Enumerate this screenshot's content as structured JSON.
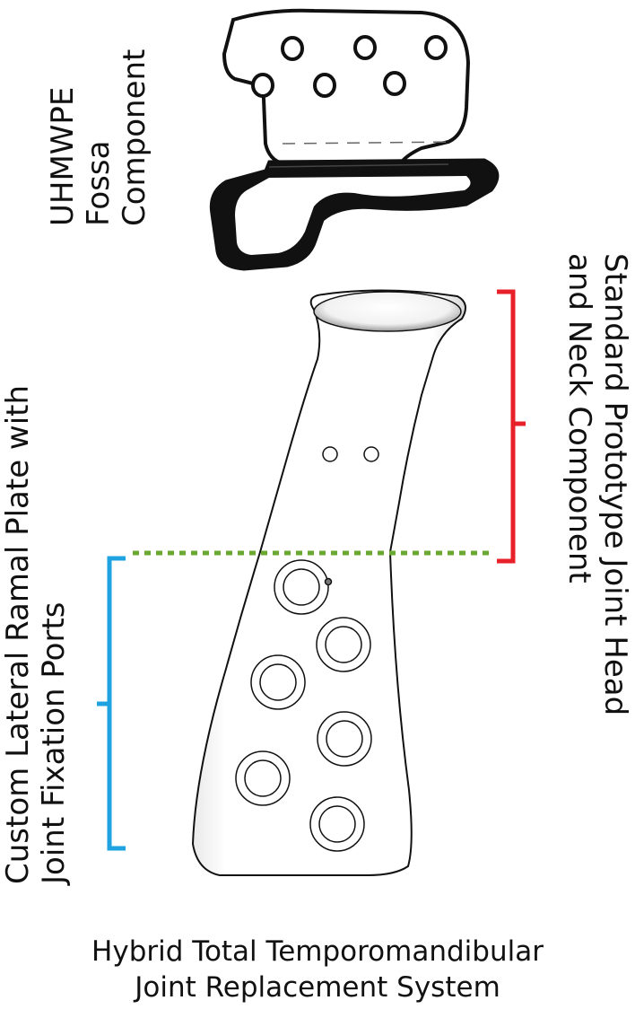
{
  "labels": {
    "fossa": [
      "UHMWPE",
      "Fossa",
      "Component"
    ],
    "head_neck": [
      "Standard Prototype Joint Head",
      "and Neck Component"
    ],
    "ramal_plate": [
      "Custom Lateral Ramal Plate with",
      "Joint Fixation Ports"
    ]
  },
  "caption": [
    "Hybrid Total Temporomandibular",
    "Joint Replacement System"
  ],
  "colors": {
    "head_neck_bracket": "#e8202a",
    "ramal_plate_bracket": "#1fa3e0",
    "junction_line": "#6aa832",
    "outline": "#111111",
    "fossa_fill": "#ffffff"
  }
}
